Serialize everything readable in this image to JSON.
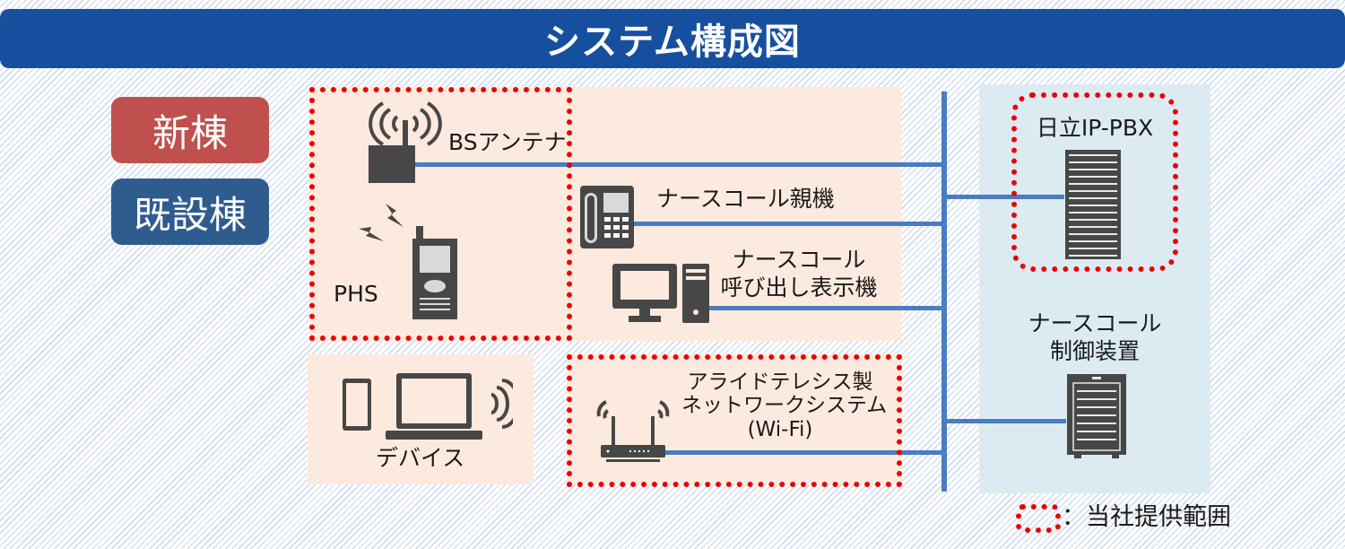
{
  "title": "システム構成図",
  "legend": {
    "new_building": "新棟",
    "existing_building": "既設棟",
    "scope_caption": "：当社提供範囲"
  },
  "colors": {
    "title_bar": "#174f9f",
    "new_building": "#c0504d",
    "existing_building": "#2f5c8f",
    "new_zone": "#fdeade",
    "existing_zone": "#dcebf2",
    "scope_border": "#ee0000",
    "network_line": "#4a7cc0",
    "icon": "#474747"
  },
  "nodes": {
    "bs_antenna": {
      "label": "BSアンテナ",
      "icon": "antenna-icon"
    },
    "phs": {
      "label": "PHS",
      "icon": "phs-handset-icon"
    },
    "nurse_call_master": {
      "label": "ナースコール親機",
      "icon": "desk-phone-icon"
    },
    "nurse_call_display": {
      "label_line1": "ナースコール",
      "label_line2": "呼び出し表示機",
      "icon": "desktop-computer-icon"
    },
    "devices": {
      "label": "デバイス",
      "icon": "tablet-laptop-icon"
    },
    "wifi": {
      "label_line1": "アライドテレシス製",
      "label_line2": "ネットワークシステム",
      "label_line3": "(Wi-Fi)",
      "icon": "wifi-router-icon"
    },
    "ip_pbx": {
      "label": "日立IP-PBX",
      "icon": "server-rack-icon"
    },
    "nurse_call_controller": {
      "label_line1": "ナースコール",
      "label_line2": "制御装置",
      "icon": "server-cabinet-icon"
    }
  }
}
